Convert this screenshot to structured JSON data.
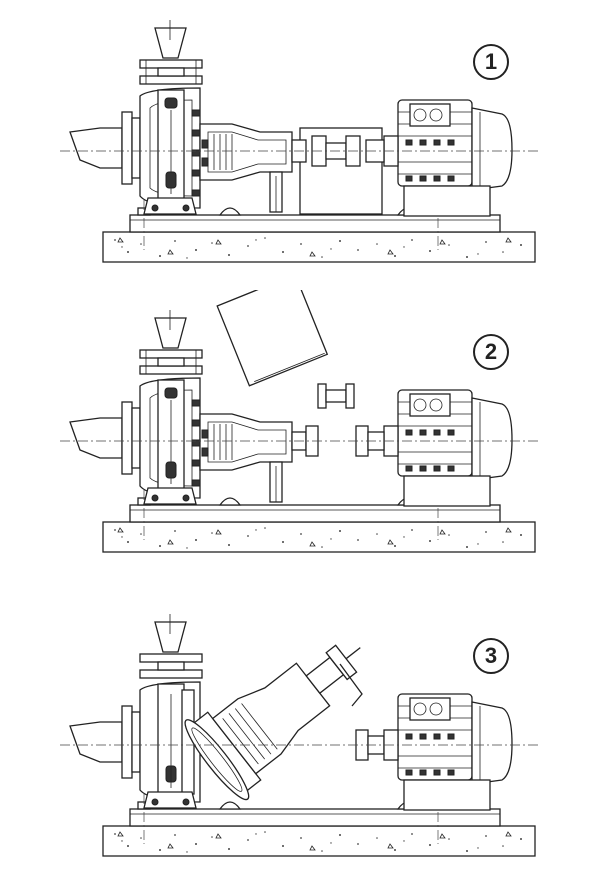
{
  "figure": {
    "steps": [
      {
        "id": 1,
        "label": "1",
        "state": "assembled"
      },
      {
        "id": 2,
        "label": "2",
        "state": "guard-and-spacer-removed"
      },
      {
        "id": 3,
        "label": "3",
        "state": "back-pull-out-unit-removed"
      }
    ]
  }
}
